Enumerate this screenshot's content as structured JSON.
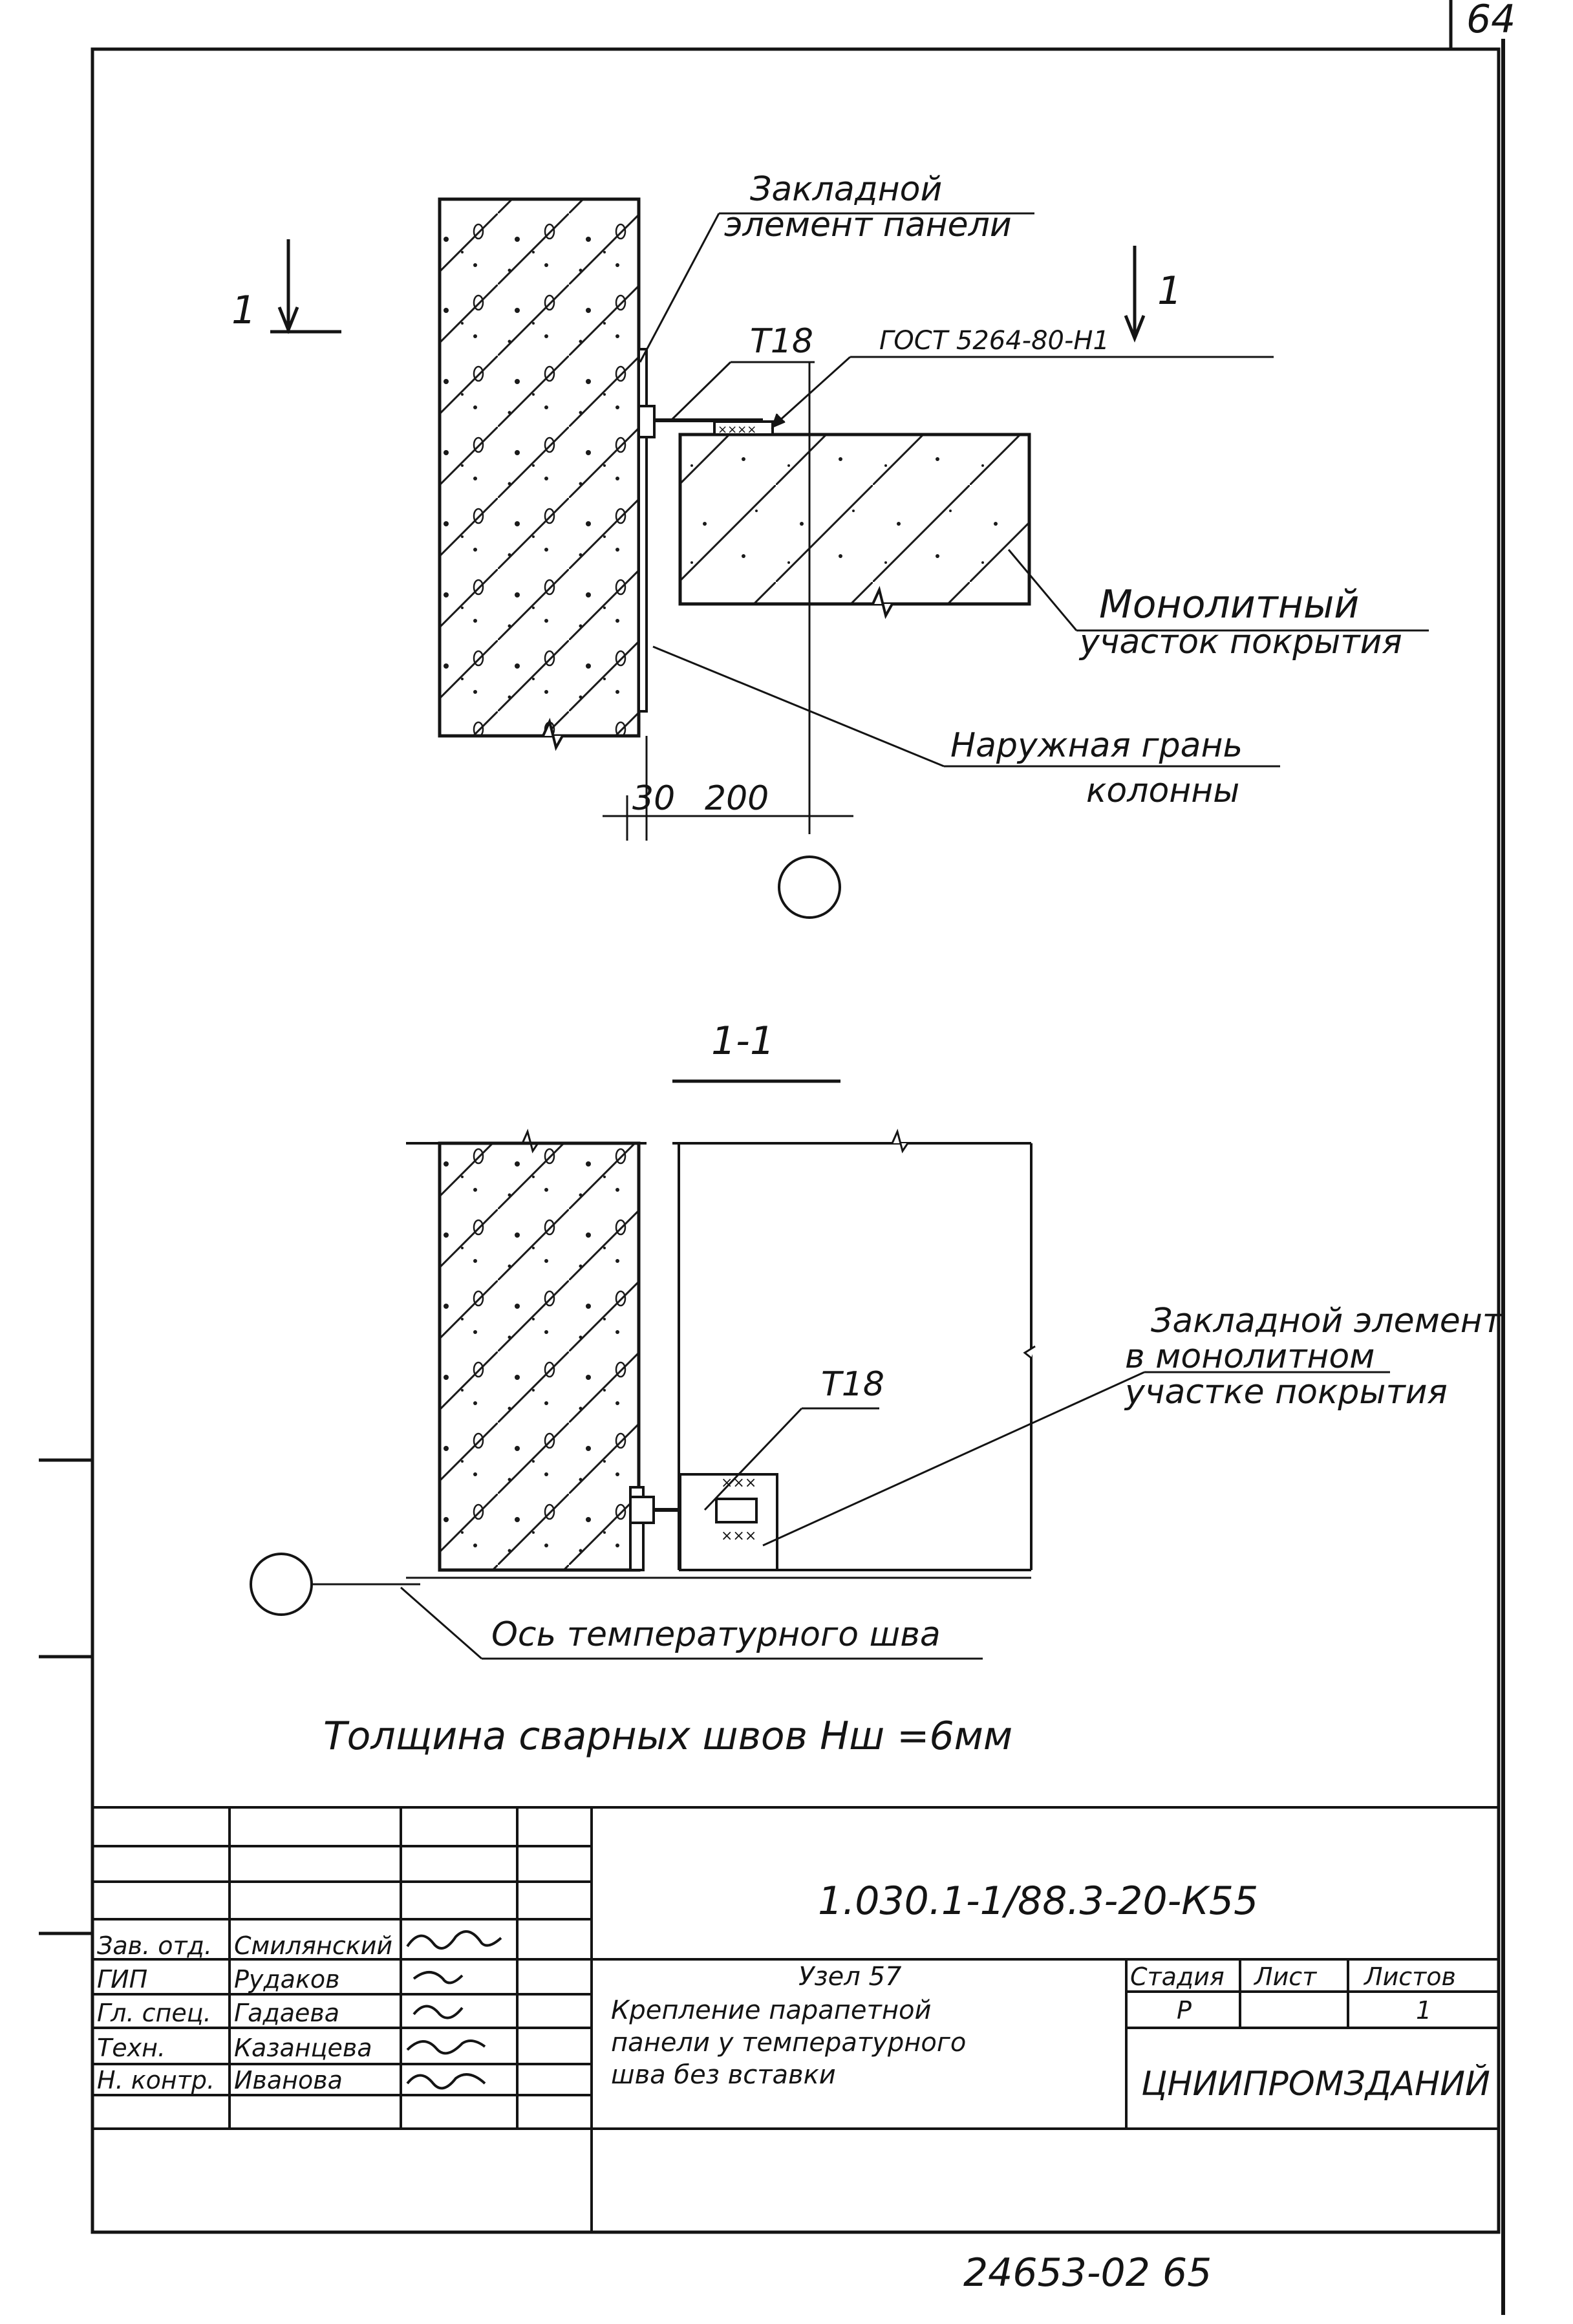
{
  "sheet_number": "64",
  "plan": {
    "section_mark_left": "1",
    "section_mark_right": "1",
    "labels": {
      "embedded_panel_line1": "Закладной",
      "embedded_panel_line2": "элемент панели",
      "t18": "Т18",
      "gost": "ГОСТ 5264-80-Н1",
      "monolithic_line1": "Монолитный",
      "monolithic_line2": "участок покрытия",
      "outer_face_line1": "Наружная грань",
      "outer_face_line2": "колонны",
      "dim_30": "30",
      "dim_200": "200"
    }
  },
  "section": {
    "title": "1-1",
    "labels": {
      "embedded_mono_line1": "Закладной элемент",
      "embedded_mono_line2": "в монолитном",
      "embedded_mono_line3": "участке покрытия",
      "t18": "Т18",
      "axis_label": "Ось температурного шва"
    }
  },
  "note": "Толщина сварных швов Нш =6мм",
  "title_block": {
    "document_code": "1.030.1-1/88.3-20-К55",
    "node_title": "Узел 57",
    "description_line1": "Крепление парапетной",
    "description_line2": "панели у температурного",
    "description_line3": "шва без вставки",
    "org": "ЦНИИПРОМЗДАНИЙ",
    "stage_header": "Стадия",
    "sheet_header": "Лист",
    "sheets_header": "Листов",
    "stage_value": "Р",
    "sheets_value": "1",
    "roles": [
      {
        "role": "Зав. отд.",
        "name": "Смилянский"
      },
      {
        "role": "ГИП",
        "name": "Рудаков"
      },
      {
        "role": "Гл. спец.",
        "name": "Гадаева"
      },
      {
        "role": "Техн.",
        "name": "Казанцева"
      },
      {
        "role": "Н. контр.",
        "name": "Иванова"
      }
    ]
  },
  "footer_number": "24653-02 65"
}
